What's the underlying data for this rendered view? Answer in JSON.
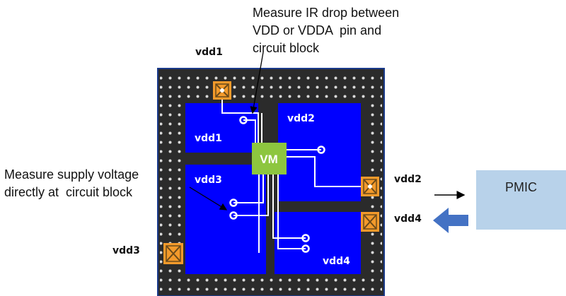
{
  "annotations": {
    "ir_drop": "Measure IR drop between\nVDD or VDDA  pin and\ncircuit block",
    "supply_voltage": "Measure supply voltage\ndirectly at  circuit block"
  },
  "pad_labels": {
    "vdd1": "vdd1",
    "vdd2": "vdd2",
    "vdd3": "vdd3",
    "vdd4": "vdd4"
  },
  "blocks": {
    "vdd1": "vdd1",
    "vdd2": "vdd2",
    "vdd3": "vdd3",
    "vdd4": "vdd4"
  },
  "monitor": {
    "label": "VM"
  },
  "pmic": {
    "label": "PMIC"
  },
  "colors": {
    "chip": "#2b2b2b",
    "block": "#0000ff",
    "monitor": "#8dc63f",
    "pad": "#f39a2b",
    "pmic": "#b8d2ea",
    "arrow_in": "#4472c4"
  }
}
